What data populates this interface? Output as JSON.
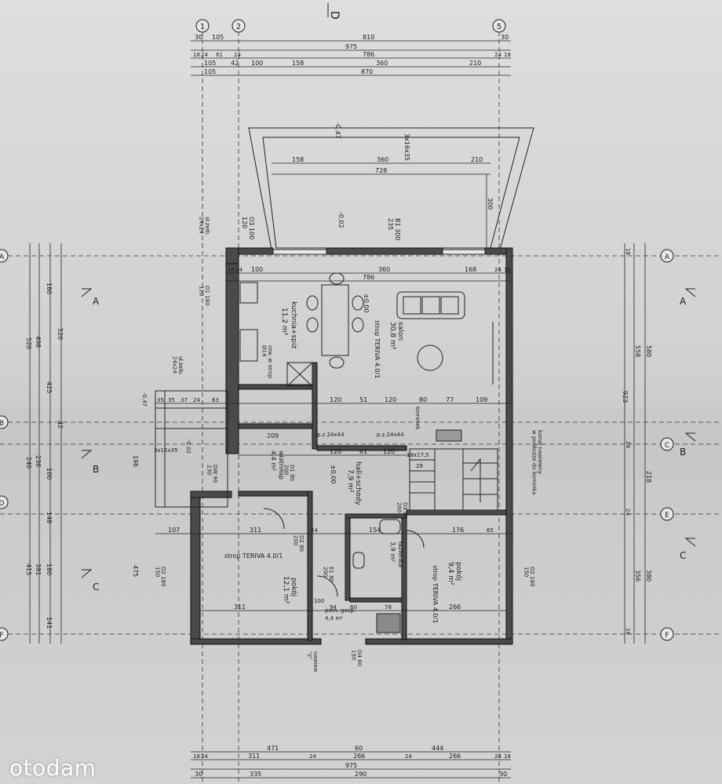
{
  "watermark": "otodam",
  "top_dims": {
    "row1": [
      "30",
      "105",
      "810",
      "30"
    ],
    "row2": [
      "975"
    ],
    "row3": [
      "18",
      "24",
      "81",
      "24",
      "786",
      "24",
      "18"
    ],
    "row4": [
      "105",
      "42",
      "100",
      "158",
      "360",
      "210"
    ],
    "row5": [
      "105",
      "870"
    ]
  },
  "bottom_dims": {
    "row1": [
      "471",
      "60",
      "444"
    ],
    "row2": [
      "18",
      "24",
      "311",
      "24",
      "266",
      "24",
      "266",
      "24",
      "18"
    ],
    "row3": [
      "975"
    ],
    "row4": [
      "30",
      "335",
      "290",
      "30"
    ]
  },
  "axes": {
    "top": [
      "1",
      "2",
      "5"
    ],
    "sides": [
      "A",
      "B",
      "C",
      "D",
      "E",
      "F"
    ],
    "section_marks": [
      "A",
      "B",
      "C",
      "D"
    ]
  },
  "left_dims": {
    "col1": [
      "520",
      "240",
      "415"
    ],
    "col2": [
      "498",
      "236",
      "391"
    ],
    "col3": [
      "180",
      "425",
      "100",
      "148",
      "180",
      "141"
    ],
    "col4": [
      "520",
      "42",
      "196",
      "475"
    ]
  },
  "right_dims": {
    "col1": [
      "580",
      "218",
      "380"
    ],
    "col2": [
      "558",
      "923",
      "356"
    ],
    "col3": [
      "18",
      "24",
      "24",
      "18"
    ]
  },
  "terrace": {
    "level": "-0,02",
    "level2": "-0,47",
    "stairs": "3x16x35",
    "dims": [
      "158",
      "360",
      "210",
      "728",
      "300"
    ],
    "window_b1": "B1 300\n235",
    "window_o3": "O3 100\n120"
  },
  "rooms": {
    "salon": {
      "name": "salon",
      "area": "30,8 m²",
      "ceiling": "strop TERIVA 4.0/1"
    },
    "kuchnia": {
      "name": "kuchnia+spiż",
      "area": "11,2 m²"
    },
    "hall": {
      "name": "hall+schody",
      "area": "7,9 m²"
    },
    "pokoj_left": {
      "name": "pokój",
      "area": "12,1 m²",
      "ceiling": "strop TERIVA 4.0/1"
    },
    "pokoj_right": {
      "name": "pokój",
      "area": "9,4 m²",
      "ceiling": "strop TERIVA 4.0/1"
    },
    "lazienka": {
      "name": "łazienka",
      "area": "3,9 m²"
    },
    "pom_gosp": {
      "name": "pom. gosp.",
      "area": "4,4 m²"
    },
    "wiatrolap": {
      "name": "wiatrołap",
      "area": "4,4 m²"
    }
  },
  "labels": {
    "level_zero": "±0,00",
    "kominek": "kominek",
    "kanal": "kanał nawiewny\nw podłodze do kominka",
    "slup": "sł.żelb.\n24x24",
    "slup2": "sł.żelb.\n24x24",
    "pz1": "p.z.24x44",
    "pz2": "p.z.24x44",
    "otw": "otw. w strop\nØ14",
    "nawiew": "nawiew\n\"z\"",
    "stair_count": "18x17,5",
    "stair_28": "28",
    "minus_002": "-0,02",
    "stairs_entry": "3x15x35",
    "lev_047": "-0,47"
  },
  "openings": {
    "o1": "O1 180\n120",
    "o2": "O2 180\n150",
    "o2b": "O2 180\n150",
    "o4": "O4 60\n150",
    "d1": "D1 90\n200",
    "d2": "D2 80\n200",
    "d3": "D3 80\n200",
    "e1": "E1 80\n200",
    "dw": "DW 90\n230"
  },
  "interior_dims": {
    "kitchen_row": [
      "18",
      "24",
      "100",
      "360",
      "168",
      "24",
      "18"
    ],
    "row786": "786",
    "row_hall": [
      "35",
      "35",
      "37",
      "24",
      "63",
      "120",
      "51",
      "120",
      "80",
      "77",
      "109"
    ],
    "row_mid": [
      "209",
      "120",
      "61",
      "120"
    ],
    "row_bed": [
      "107",
      "311",
      "24",
      "154",
      "176",
      "65"
    ],
    "row_bed2": [
      "311",
      "100",
      "94",
      "60",
      "78",
      "266"
    ]
  }
}
